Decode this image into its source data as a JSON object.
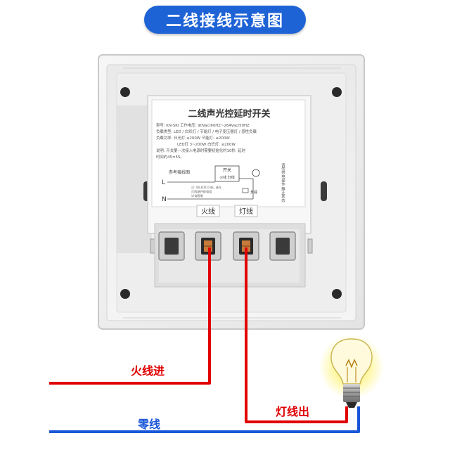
{
  "banner": {
    "title": "二线接线示意图"
  },
  "module": {
    "title": "二线声光控延时开关",
    "spec_line1": "型号: KN-SKI    工作电压: 90Vac/60HZ~264Vac/50HZ",
    "spec_line2": "负载类型: LED / 白炽灯 / 节能灯 / 电子变压器灯 / 感性负载",
    "spec_line3": "负载功率:  日光灯 ≤200W      节能灯: ≤200W",
    "spec_line4": "LED灯  3~200W    白炽灯: ≤200W",
    "spec_line5": "说明: 开关第一次接入电源时需要初始化约10秒, 延时",
    "spec_line6": "时间约45±5S。",
    "ref_label": "参考接线图",
    "switch_label_1": "开关",
    "switch_label_2": "火线  灯线",
    "load_label": "负载",
    "note_small_1": "注: 如LED灯闪烁, 请在",
    "note_small_2": "灯两端并联电阻",
    "note_small_3": "详询客服",
    "side_note": "请勿带电操作 静止状态",
    "terminal_L": "L",
    "terminal_N": "N",
    "term_fire": "火线",
    "term_lamp": "灯线"
  },
  "labels": {
    "fire_in": "火线进",
    "neutral": "零线",
    "lamp_out": "灯线出"
  },
  "colors": {
    "banner": "#1e63d6",
    "fire_wire": "#e00000",
    "neutral_wire": "#1a56d8",
    "plate": "#f1f1f1"
  }
}
